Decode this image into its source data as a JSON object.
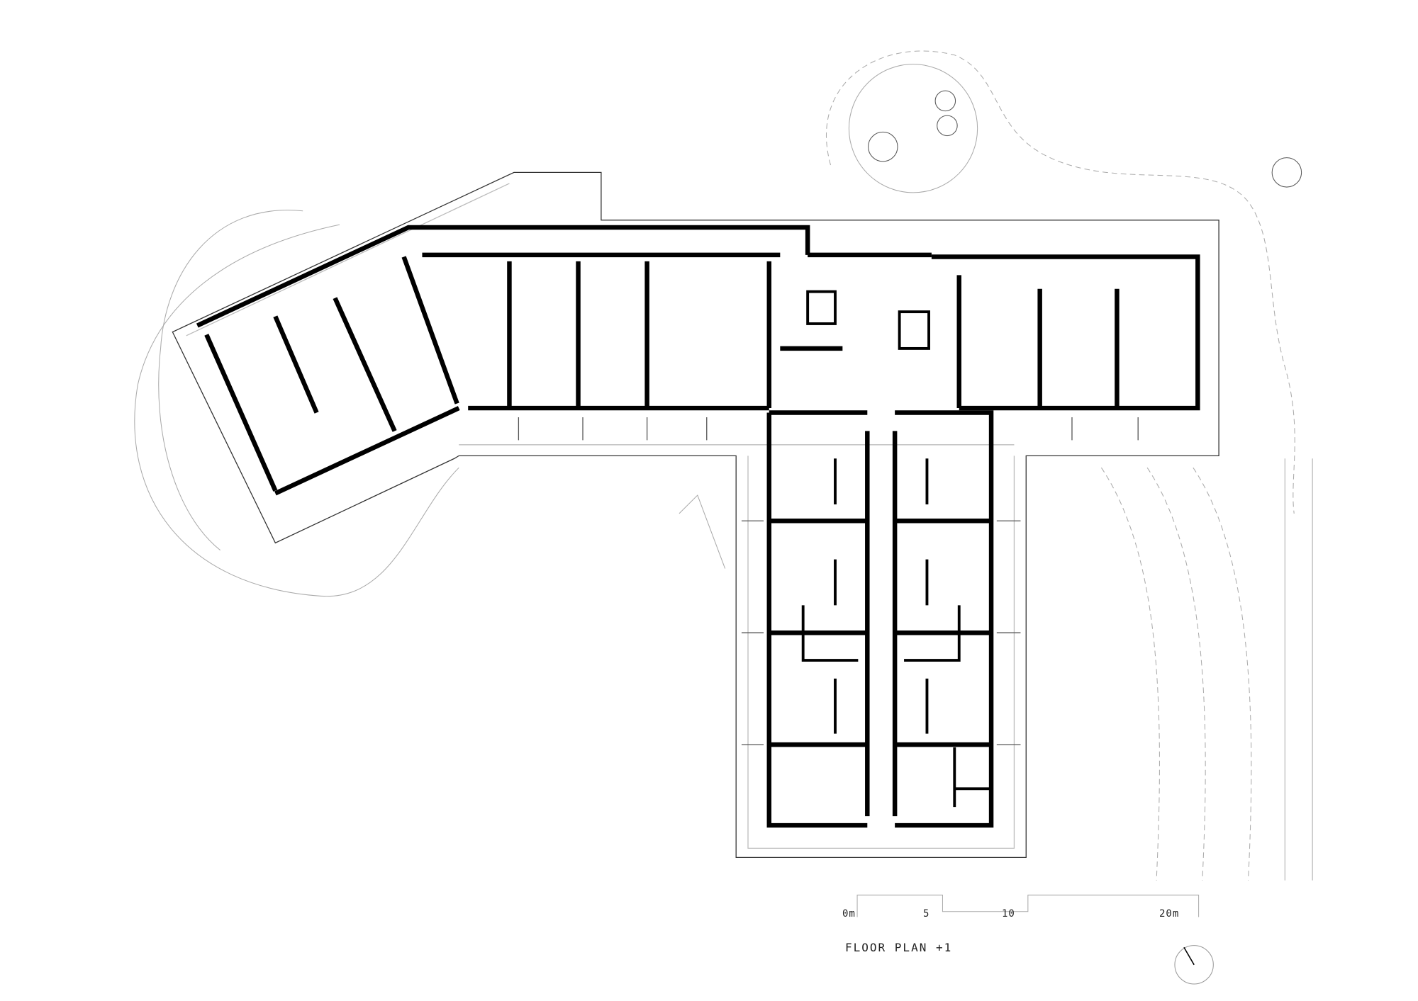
{
  "title": "FLOOR PLAN +1",
  "scale_bar": {
    "labels": [
      "0m",
      "5",
      "10",
      "20m"
    ]
  },
  "north_arrow": {
    "icon": "north-arrow-icon"
  },
  "colors": {
    "wall": "#000000",
    "line": "#9a9a9a",
    "background": "#ffffff"
  }
}
